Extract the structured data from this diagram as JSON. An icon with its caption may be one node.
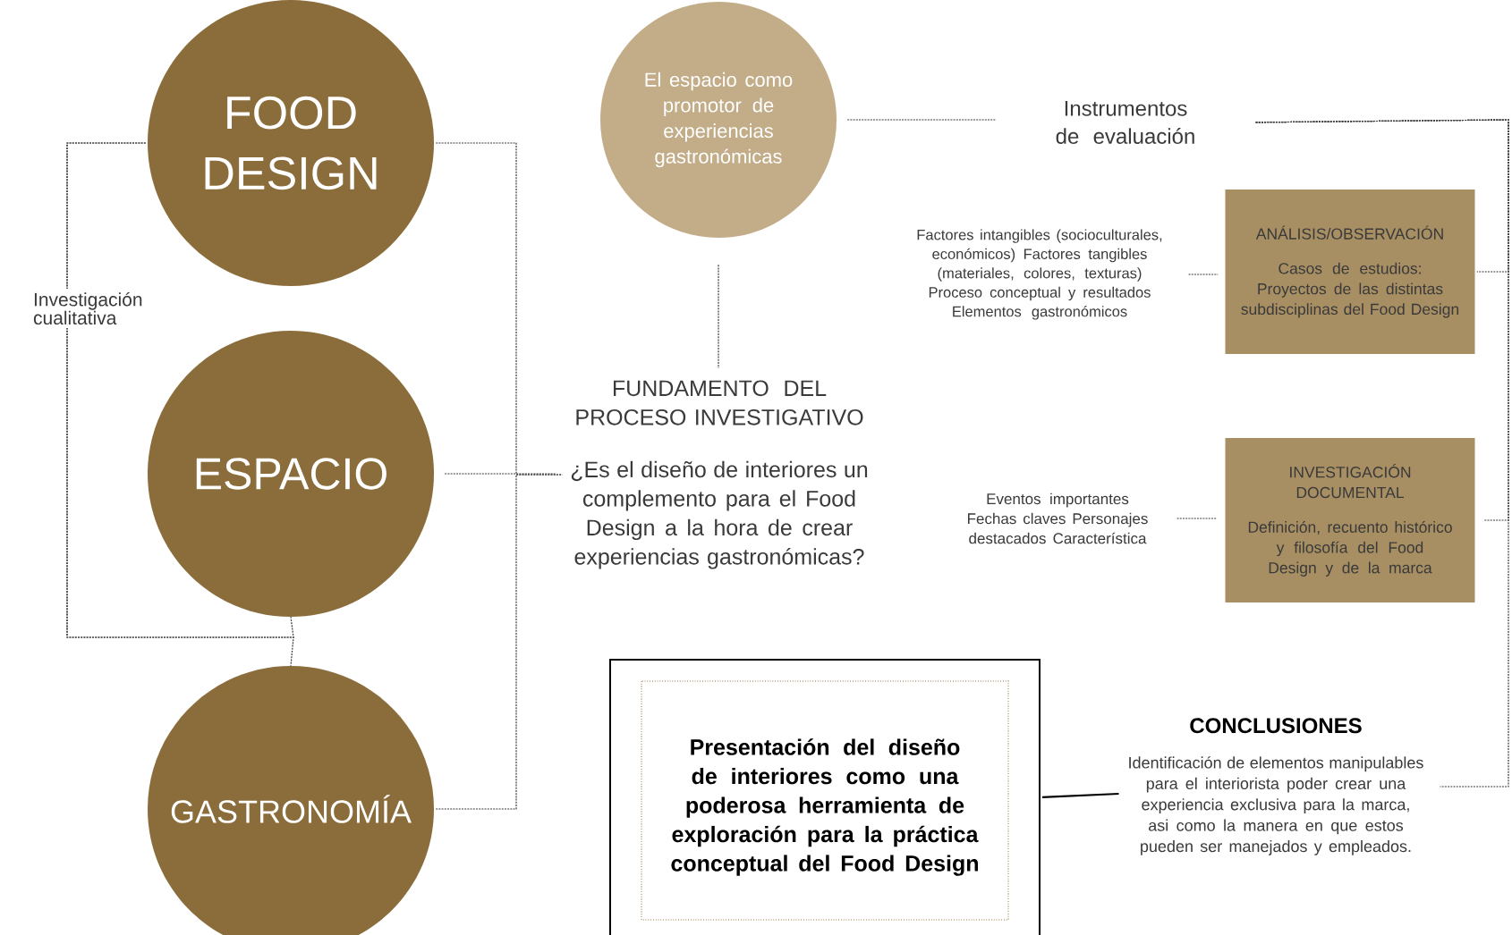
{
  "diagram": {
    "nodes": [
      {
        "text": [
          "FOOD DESIGN"
        ]
      },
      {
        "text": [
          "ESPACIO"
        ]
      },
      {
        "text": [
          "GASTRONOMÍA"
        ]
      },
      {
        "text": [
          "El espacio como promotor de experiencias gastronómicas"
        ]
      },
      {
        "text": [
          "Instrumentos de evaluación"
        ]
      },
      {
        "text": [
          "FUNDAMENTO DEL PROCESO INVESTIGATIVO",
          "¿Es el diseño de interiores un complemento para el Food Design a la hora de crear experiencias gastronómicas?"
        ]
      },
      {
        "text": [
          "Factores intangibles (socioculturales, económicos) Factores tangibles (materiales, colores, texturas) Proceso conceptual y resultados Elementos gastronómicos"
        ]
      },
      {
        "text": [
          "ANÁLISIS/OBSERVACIÓN",
          "Casos de estudios: Proyectos de las distintas subdisciplinas del Food Design"
        ]
      },
      {
        "text": [
          "Eventos importantes Fechas claves Personajes destacados Característica"
        ]
      },
      {
        "text": [
          "INVESTIGACIÓN DOCUMENTAL",
          "Definición, recuento histórico y filosofía del Food Design y de la marca"
        ]
      },
      {
        "text": [
          "Presentación del diseño de interiores como una poderosa herramienta de exploración para la práctica conceptual del Food Design"
        ]
      },
      {
        "text": [
          "CONCLUSIONES",
          "Identificación de elementos manipulables para el interiorista poder crear una experiencia exclusiva para la marca, asi como la manera en que estos pueden ser manejados y empleados."
        ]
      }
    ],
    "edges": [
      {
        "from": 0,
        "to": 1,
        "arrow": "none",
        "style": "dashed",
        "label": "Investigación cualitativa"
      },
      {
        "from": 0,
        "to": 2,
        "arrow": "none",
        "style": "dashed"
      },
      {
        "from": 0,
        "to": 5,
        "arrow": "none",
        "style": "dashed"
      },
      {
        "from": 1,
        "to": 5,
        "arrow": "none",
        "style": "dashed"
      },
      {
        "from": 2,
        "to": 5,
        "arrow": "none",
        "style": "dashed"
      },
      {
        "from": 3,
        "to": 5,
        "arrow": "none",
        "style": "dashed"
      },
      {
        "from": 3,
        "to": 4,
        "arrow": "none",
        "style": "dashed"
      },
      {
        "from": 4,
        "to": 7,
        "arrow": "none",
        "style": "dashed"
      },
      {
        "from": 4,
        "to": 9,
        "arrow": "none",
        "style": "dashed"
      },
      {
        "from": 4,
        "to": 11,
        "arrow": "none",
        "style": "dashed"
      },
      {
        "from": 6,
        "to": 7,
        "arrow": "none",
        "style": "dashed"
      },
      {
        "from": 8,
        "to": 9,
        "arrow": "none",
        "style": "dashed"
      },
      {
        "from": 10,
        "to": 11,
        "arrow": "none"
      }
    ]
  }
}
